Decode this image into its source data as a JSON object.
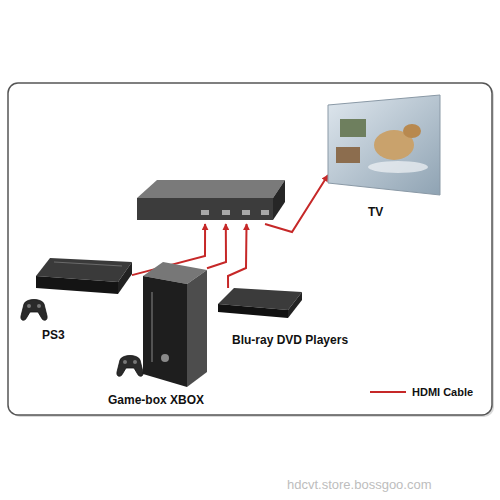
{
  "diagram": {
    "nodes": [
      {
        "text": [
          "TV"
        ]
      },
      {
        "text": []
      },
      {
        "text": [
          "PS3"
        ]
      },
      {
        "text": [
          "Blu-ray DVD Players"
        ]
      },
      {
        "text": [
          "Game-box XBOX"
        ]
      }
    ],
    "edges": [
      {
        "from": 2,
        "to": 1,
        "arrow": "to"
      },
      {
        "from": 4,
        "to": 1,
        "arrow": "to"
      },
      {
        "from": 3,
        "to": 1,
        "arrow": "to"
      },
      {
        "from": 1,
        "to": 0,
        "arrow": "to"
      }
    ],
    "labels": [
      "hdcvt.store.bossgoo.com"
    ],
    "legend": [
      {
        "text": "HDMI Cable"
      }
    ]
  }
}
